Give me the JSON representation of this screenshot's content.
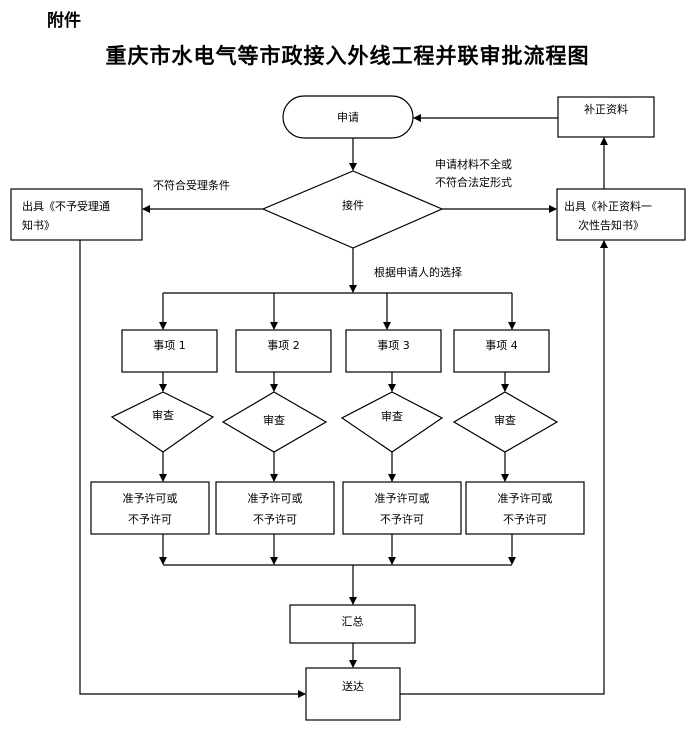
{
  "header": {
    "attachment_label": "附件",
    "title": "重庆市水电气等市政接入外线工程并联审批流程图"
  },
  "flow": {
    "apply": "申请",
    "supplement": "补正资料",
    "accept": "接件",
    "reject_condition": "不符合受理条件",
    "reject_notice_line1": "出具《不予受理通",
    "reject_notice_line2": "知书》",
    "incomplete_line1": "申请材料不全或",
    "incomplete_line2": "不符合法定形式",
    "supp_notice_line1": "出具《补正资料一",
    "supp_notice_line2": "次性告知书》",
    "choice_label": "根据申请人的选择",
    "items": [
      {
        "name": "事项 1",
        "review": "审查",
        "result_line1": "准予许可或",
        "result_line2": "不予许可"
      },
      {
        "name": "事项 2",
        "review": "审查",
        "result_line1": "准予许可或",
        "result_line2": "不予许可"
      },
      {
        "name": "事项 3",
        "review": "审查",
        "result_line1": "准予许可或",
        "result_line2": "不予许可"
      },
      {
        "name": "事项 4",
        "review": "审查",
        "result_line1": "准予许可或",
        "result_line2": "不予许可"
      }
    ],
    "summary": "汇总",
    "deliver": "送达"
  }
}
